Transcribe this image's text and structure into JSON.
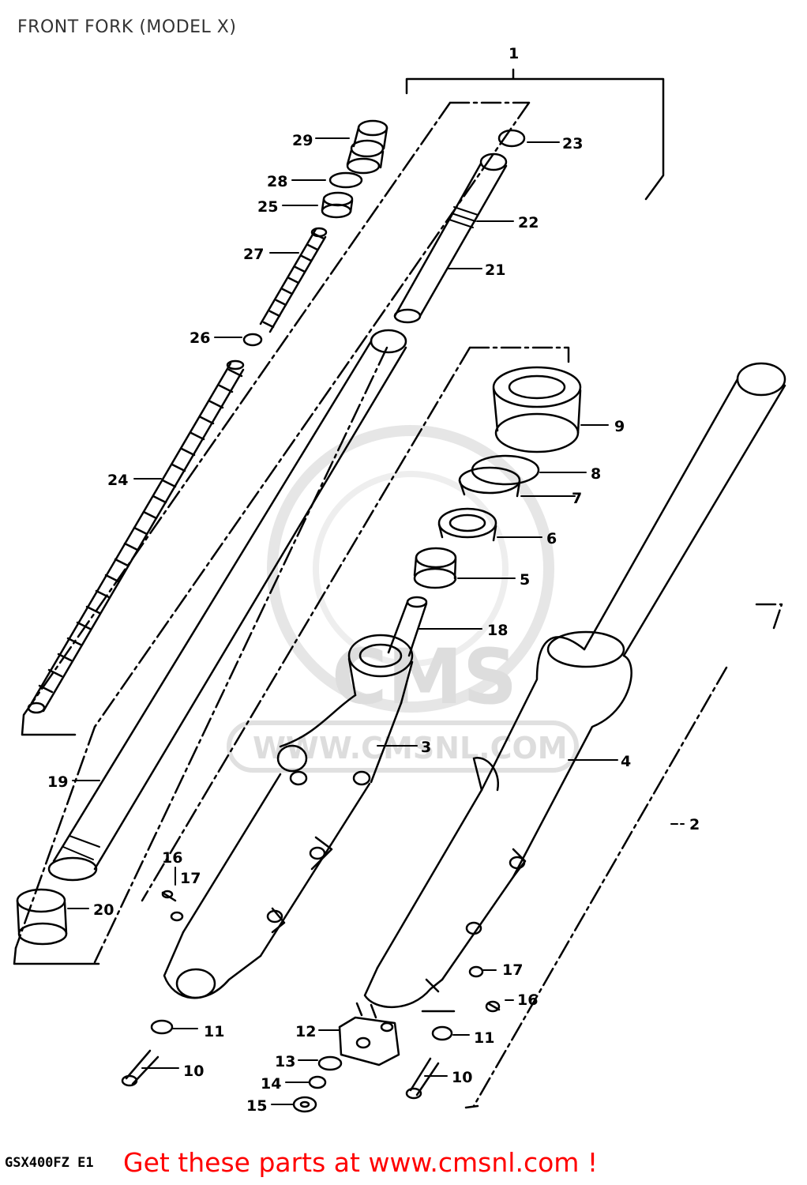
{
  "title": "FRONT FORK (MODEL X)",
  "watermark": {
    "brand": "CMS",
    "url": "WWW.CMSNL.COM"
  },
  "model_code": "GSX400FZ E1",
  "footer": "Get these parts at www.cmsnl.com !",
  "colors": {
    "lines": "#000000",
    "footer": "#ff0000",
    "watermark": "#dddddd"
  },
  "callouts": {
    "p1": "1",
    "p2": "2",
    "p3": "3",
    "p4": "4",
    "p5": "5",
    "p6": "6",
    "p7": "7",
    "p8": "8",
    "p9": "9",
    "p10a": "10",
    "p10b": "10",
    "p11a": "11",
    "p11b": "11",
    "p12": "12",
    "p13": "13",
    "p14": "14",
    "p15": "15",
    "p16a": "16",
    "p16b": "16",
    "p17a": "17",
    "p17b": "17",
    "p18": "18",
    "p19": "19",
    "p20": "20",
    "p21": "21",
    "p22": "22",
    "p23": "23",
    "p24": "24",
    "p25": "25",
    "p26": "26",
    "p27": "27",
    "p28": "28",
    "p29": "29"
  }
}
